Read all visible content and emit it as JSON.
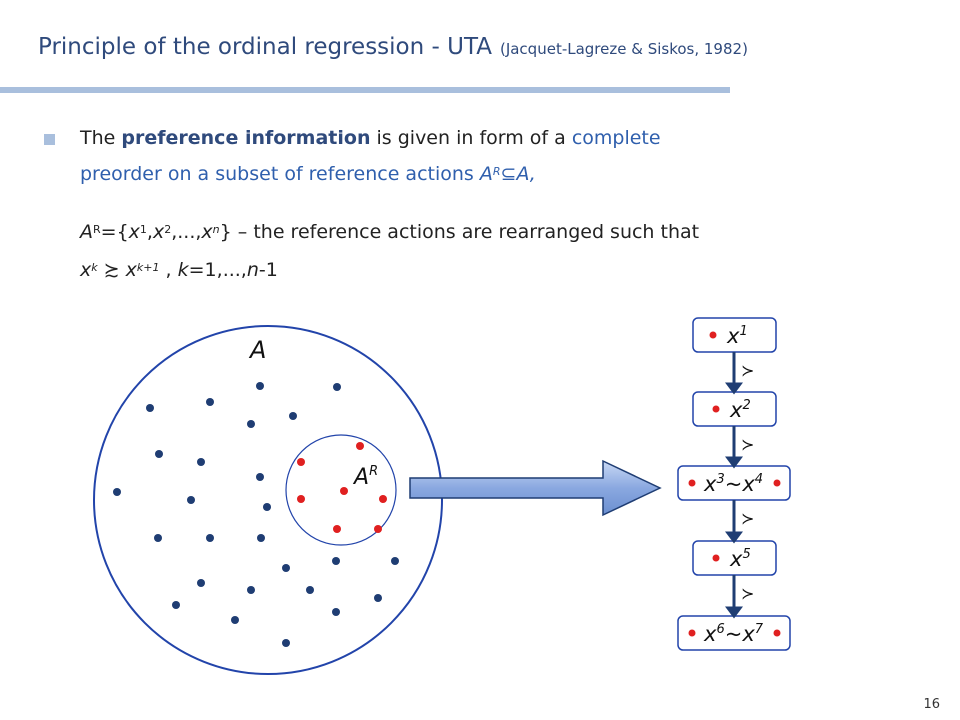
{
  "slide": {
    "title": "Principle of the ordinal regression - UTA",
    "citation": "(Jacquet-Lagreze & Siskos, 1982)",
    "page_number": "16"
  },
  "bullet": {
    "line1_pre": "The ",
    "line1_bold": "preference information",
    "line1_mid": " is given in form of a ",
    "line1_blue": "complete",
    "line2_blue": "preorder on a subset of reference actions ",
    "line2_A": "A",
    "line2_sup": "R",
    "line2_sub_sym": "⊆",
    "line2_end": "A,"
  },
  "def": {
    "line1": {
      "A": "A",
      "R": "R",
      "eq": "={",
      "x1": "x",
      "s1": "1",
      "c1": ",",
      "x2": "x",
      "s2": "2",
      "c2": ",...,",
      "xn": "x",
      "sn": "n",
      "tail": "} – the reference actions are rearranged such that"
    },
    "line2": {
      "xk": "x",
      "sk": "k",
      "rel": "≿",
      "xk1": "x",
      "sk1": "k+1",
      "tail_pre": ", ",
      "k": "k",
      "mid": "=1,...,",
      "n": "n",
      "end": "-1"
    }
  },
  "diagram": {
    "set_label": "A",
    "subset_label": "A",
    "subset_sup": "R",
    "ranking": [
      {
        "label": "x",
        "sup": "1"
      },
      {
        "label": "x",
        "sup": "2"
      },
      {
        "label": "x",
        "sup": "3",
        "tilde": "~",
        "label2": "x",
        "sup2": "4"
      },
      {
        "label": "x",
        "sup": "5"
      },
      {
        "label": "x",
        "sup": "6",
        "tilde": "~",
        "label2": "x",
        "sup2": "7"
      }
    ],
    "pref_symbol": "≻",
    "colors": {
      "navy": "#1f3d73",
      "ring": "#2244aa",
      "red": "#e02020",
      "arrow_fill": "#8aa8e0",
      "arrow_stroke": "#1f3d73",
      "accent": "#2f5fad"
    }
  }
}
